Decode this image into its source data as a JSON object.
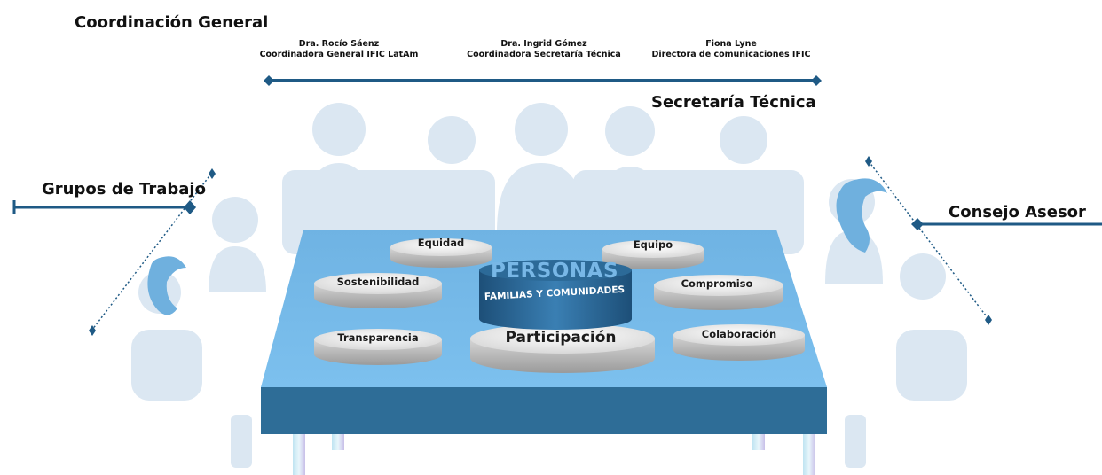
{
  "coordinacion_general": "Coordinación General",
  "members": [
    {
      "name": "Dra. Rocío Sáenz",
      "role": "Coordinadora General IFIC LatAm"
    },
    {
      "name": "Dra. Ingrid Gómez",
      "role": "Coordinadora Secretaría Técnica"
    },
    {
      "name": "Fiona Lyne",
      "role": "Directora de comunicaciones IFIC"
    }
  ],
  "secretaria_tecnica": "Secretaría Técnica",
  "grupos_trabajo": "Grupos de Trabajo",
  "consejo_asesor": "Consejo Asesor",
  "center": {
    "title": "PERSONAS",
    "subtitle": "FAMILIAS Y COMUNIDADES",
    "base": "Participación"
  },
  "values": {
    "equidad": "Equidad",
    "equipo": "Equipo",
    "sostenibilidad": "Sostenibilidad",
    "compromiso": "Compromiso",
    "transparencia": "Transparencia",
    "colaboracion": "Colaboración"
  },
  "colors": {
    "navy": "#1f5a85",
    "table_top": "#74b9e8",
    "table_side": "#2e6d97",
    "silhouette": "#dbe7f2",
    "hair": "#6fb0de"
  }
}
